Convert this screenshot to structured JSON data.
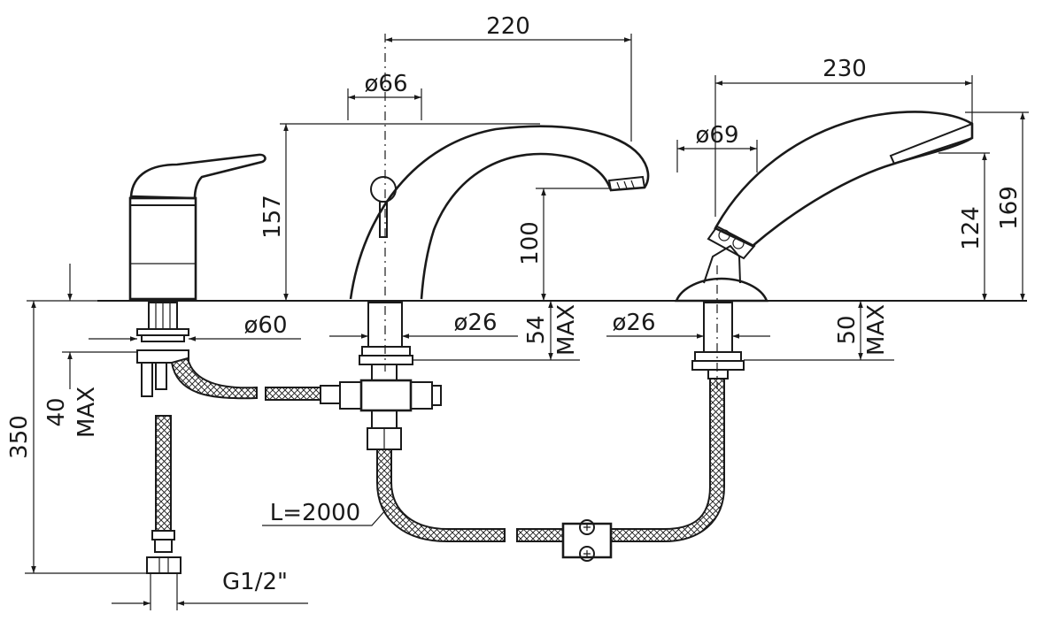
{
  "dimensions": {
    "spout_reach": "220",
    "spout_base_diameter": "ø66",
    "shower_reach": "230",
    "shower_holder_diameter": "ø69",
    "spout_height": "157",
    "spout_outlet_height": "100",
    "shower_outlet_height": "124",
    "shower_total_height": "169",
    "mixer_base_diameter": "ø60",
    "spout_shank_diameter": "ø26",
    "shower_shank_diameter": "ø26",
    "spout_deck_thickness": "54",
    "spout_deck_max": "MAX",
    "shower_deck_thickness": "50",
    "shower_deck_max": "MAX",
    "mixer_deck_thickness": "40",
    "mixer_deck_max": "MAX",
    "flexible_hose_length": "350",
    "shower_hose_length": "L=2000",
    "connection_thread": "G1/2\""
  },
  "colors": {
    "line": "#1a1a1a",
    "background": "#ffffff"
  }
}
